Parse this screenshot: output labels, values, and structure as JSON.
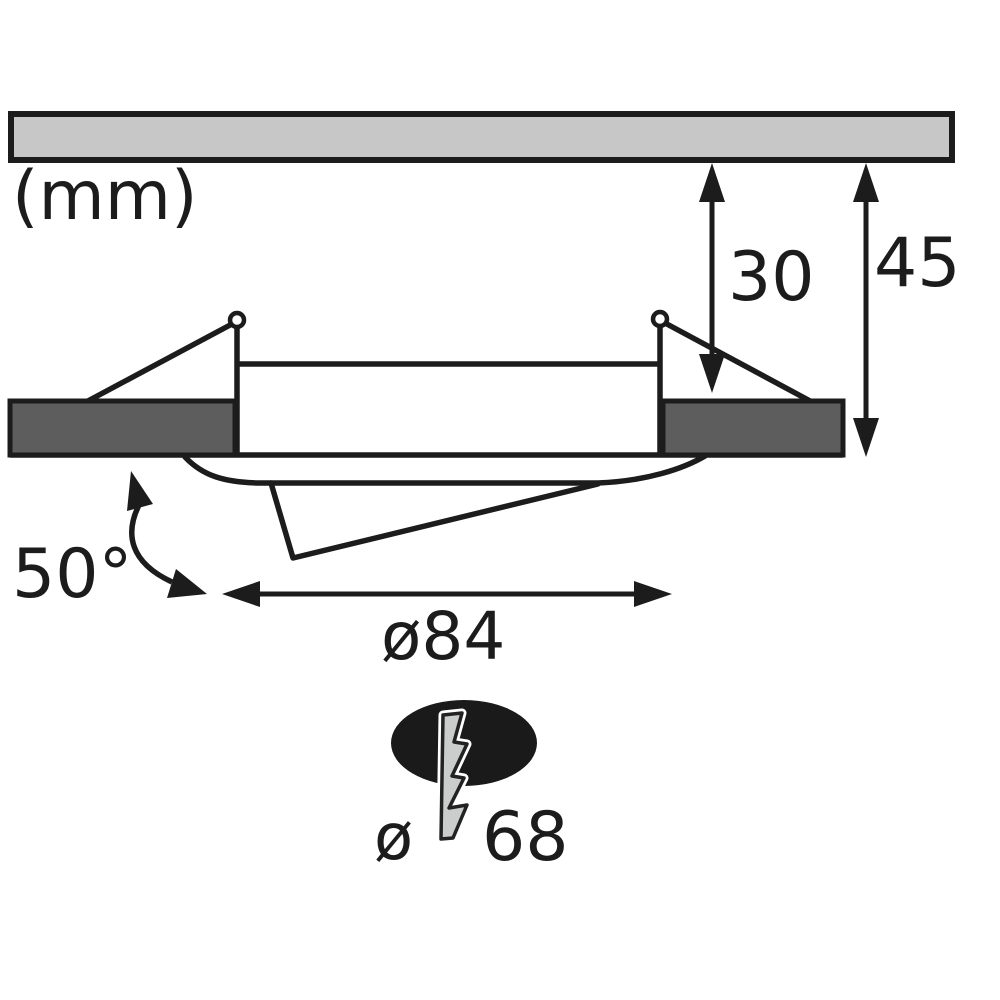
{
  "unit_label": "(mm)",
  "dimensions": {
    "recess_depth_mm": "30",
    "installation_depth_mm": "45",
    "swivel_angle": "50°",
    "trim_diameter": "ø84",
    "cutout_diameter_symbol": "ø",
    "cutout_diameter_mm": "68"
  },
  "icons": {
    "lightning_bolt": "mains-flash-icon"
  },
  "colors": {
    "background": "#ffffff",
    "line": "#1c1c1c",
    "ceiling_fill": "#c7c7c7",
    "flange_fill": "#5d5d5d",
    "badge_fill": "#1a1a1a",
    "bolt_fill": "#cbcdcc"
  }
}
